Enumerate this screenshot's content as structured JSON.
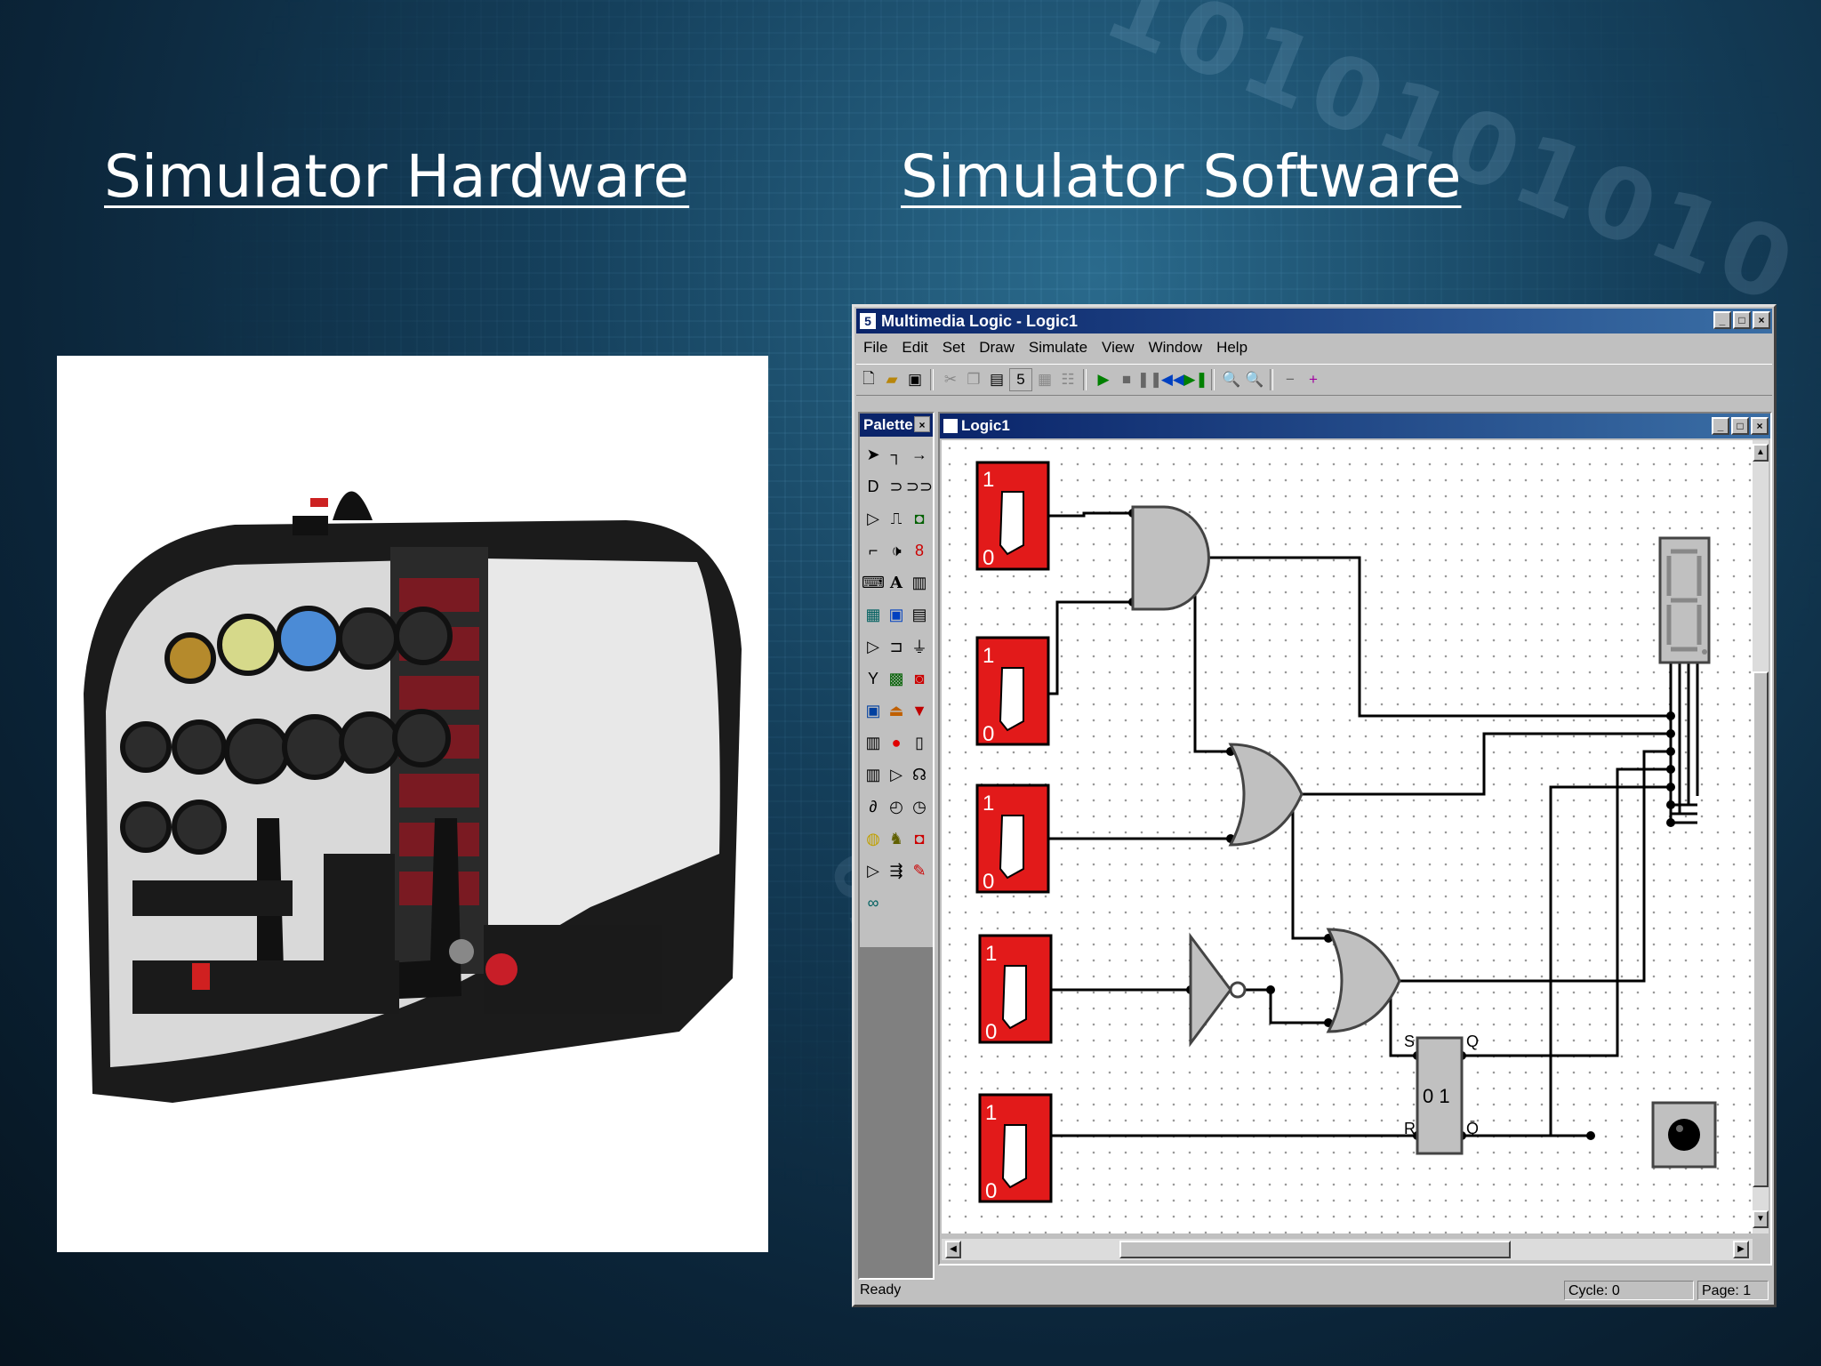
{
  "slide": {
    "heading_left": "Simulator Hardware",
    "heading_right": "Simulator Software"
  },
  "window": {
    "title": "Multimedia Logic - Logic1",
    "menu": [
      "File",
      "Edit",
      "Set",
      "Draw",
      "Simulate",
      "View",
      "Window",
      "Help"
    ],
    "palette_title": "Palette",
    "doc_title": "Logic1",
    "status": {
      "ready": "Ready",
      "cycle": "Cycle: 0",
      "page": "Page: 1"
    }
  },
  "circuit": {
    "switch_top_label": "1",
    "switch_bottom_label": "0",
    "flipflop_label": "0 1",
    "pin_s": "S",
    "pin_r": "R",
    "pin_q": "Q",
    "pin_qbar": "Q̄"
  },
  "colors": {
    "switch_red": "#e21a1a",
    "gate_gray": "#c0c0c0",
    "title_blue": "#0a246a"
  }
}
